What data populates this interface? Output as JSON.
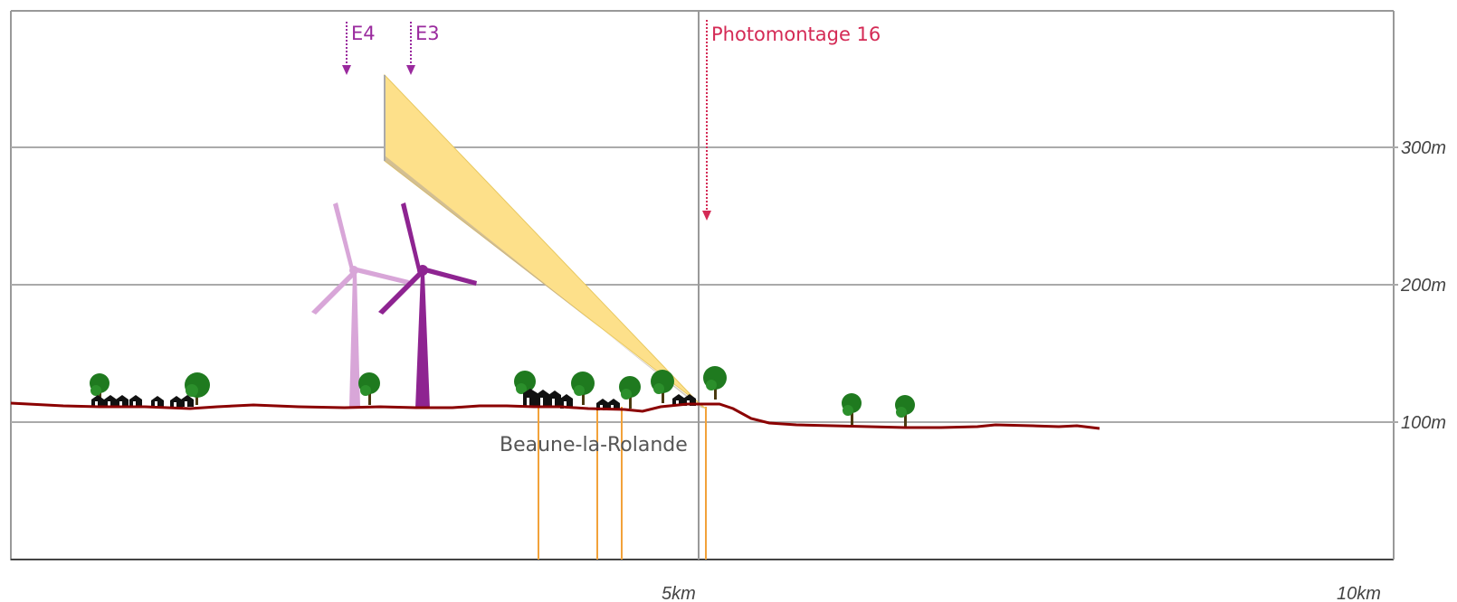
{
  "axes": {
    "y_ticks": [
      {
        "value": 100,
        "label": "100m"
      },
      {
        "value": 200,
        "label": "200m"
      },
      {
        "value": 300,
        "label": "300m"
      }
    ],
    "x_ticks": [
      {
        "value": 5,
        "label": "5km"
      },
      {
        "value": 10,
        "label": "10km"
      }
    ],
    "x_range_km": [
      0,
      10
    ],
    "y_range_m": [
      0,
      400
    ]
  },
  "markers": {
    "e4": {
      "label": "E4",
      "color": "#9a2a9e"
    },
    "e3": {
      "label": "E3",
      "color": "#9a2a9e"
    },
    "photomontage": {
      "label": "Photomontage 16",
      "color": "#d42a55"
    }
  },
  "turbines": [
    {
      "name": "E4",
      "color": "#d8a6d8"
    },
    {
      "name": "E3",
      "color": "#8e2491"
    }
  ],
  "town": {
    "label": "Beaune-la-Rolande"
  },
  "colors": {
    "terrain": "#8b0000",
    "grid": "#aaaaaa",
    "view_cone": "#fde08a",
    "tree": "#1f7a1f",
    "houses": "#111111",
    "sight_lines": "#f2a23a"
  }
}
